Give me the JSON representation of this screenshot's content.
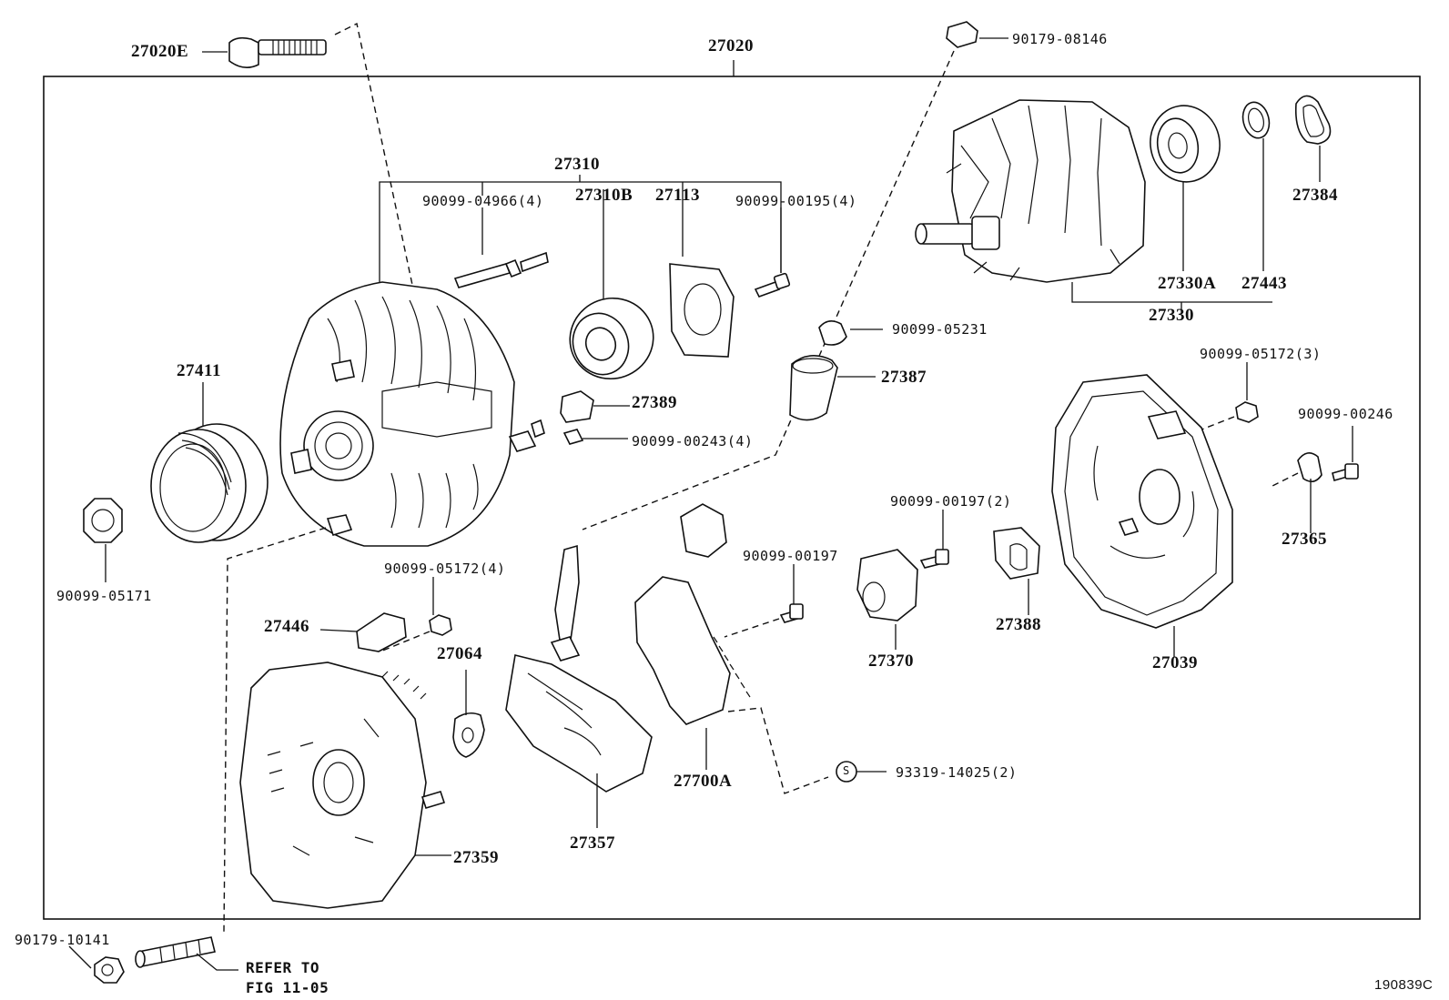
{
  "labels": {
    "main_assembly": "27020",
    "bolt_top_left": "27020E",
    "rectifier_end_frame_assy": "27310",
    "stud": "90099-04966(4)",
    "bearing_front": "27310B",
    "retainer": "27113",
    "screw_a": "90099-00195(4)",
    "pulley": "27411",
    "nut_pulley": "90099-05171",
    "terminal_insulator": "27389",
    "screw_b": "90099-00243(4)",
    "nut_top": "90179-08146",
    "cap": "90099-05231",
    "terminal": "27387",
    "rotor_bearing": "27330A",
    "spacer_ring": "27443",
    "rotor_assy": "27330",
    "bearing_cover": "27384",
    "nut_c": "90099-05172(3)",
    "screw_d": "90099-00246",
    "plate": "27365",
    "rear_frame": "27039",
    "screw_e": "90099-00197(2)",
    "brush_holder": "27370",
    "screw_f": "90099-00197",
    "holder_cover": "27388",
    "nut_g": "90099-05172(4)",
    "insulator": "27446",
    "washer": "27064",
    "drive_end_frame": "27359",
    "rectifier_holder": "27357",
    "regulator": "27700A",
    "screw_s": "93319-14025(2)",
    "screw_s_symbol": "S",
    "nut_bottom": "90179-10141",
    "refer_line1": "REFER TO",
    "refer_line2": "FIG 11-05",
    "figure_id": "190839C"
  }
}
